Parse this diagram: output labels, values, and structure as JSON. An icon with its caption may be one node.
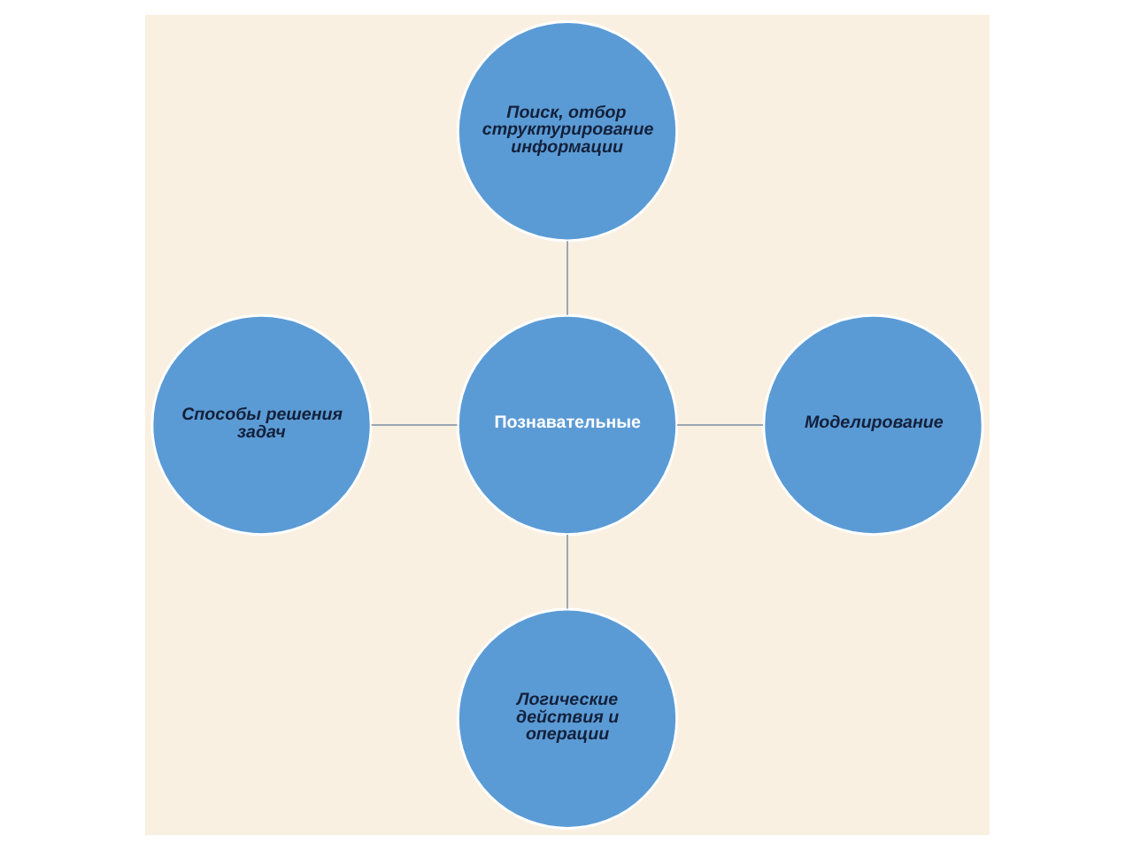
{
  "diagram": {
    "nodes": [
      {
        "text": [
          "Поиск, отбор структурирование информации"
        ]
      },
      {
        "text": [
          "Способы решения задач"
        ]
      },
      {
        "text": [
          "Познавательные"
        ]
      },
      {
        "text": [
          "Моделирование"
        ]
      },
      {
        "text": [
          "Логические действия и операции"
        ]
      }
    ],
    "edges": [
      {
        "from": 0,
        "to": 2,
        "arrow": "none"
      },
      {
        "from": 1,
        "to": 2,
        "arrow": "none"
      },
      {
        "from": 2,
        "to": 3,
        "arrow": "none"
      },
      {
        "from": 2,
        "to": 4,
        "arrow": "none"
      }
    ]
  }
}
